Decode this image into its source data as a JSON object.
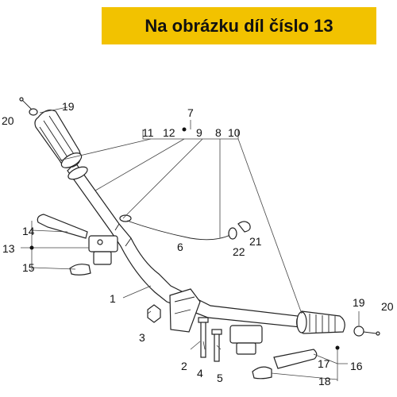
{
  "banner": {
    "title": "Na obrázku díl číslo 13",
    "background": "#f2c200"
  },
  "callouts": {
    "p1": "1",
    "p2": "2",
    "p3": "3",
    "p4": "4",
    "p5": "5",
    "p6": "6",
    "p7": "7",
    "p8": "8",
    "p9": "9",
    "p10": "10",
    "p11": "11",
    "p12": "12",
    "p13": "13",
    "p14": "14",
    "p15": "15",
    "p16": "16",
    "p17": "17",
    "p18": "18",
    "p19_left": "19",
    "p19_right": "19",
    "p20_left": "20",
    "p20_right": "20",
    "p21": "21",
    "p22": "22"
  }
}
